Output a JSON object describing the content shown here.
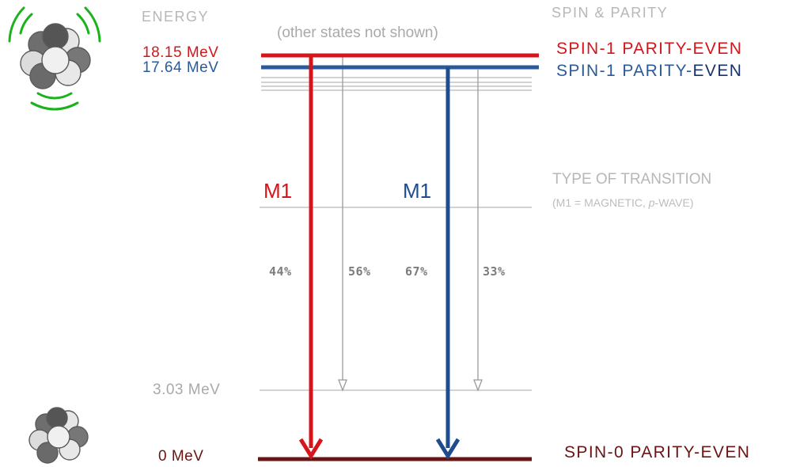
{
  "headers": {
    "energy": "ENERGY",
    "spin_parity": "SPIN & PARITY",
    "note": "(other states not shown)"
  },
  "levels": [
    {
      "energy": "18.15 MeV",
      "color": "#d5151a",
      "spin": "SPIN-1",
      "parity_prefix": "PARITY-",
      "parity_suffix": "EVEN",
      "parity_suffix_color": "#d5151a"
    },
    {
      "energy": "17.64 MeV",
      "color": "#2a5a9a",
      "spin": "SPIN-1",
      "parity_prefix": "PARITY-",
      "parity_suffix": "EVEN",
      "parity_suffix_color": "#17336d"
    },
    {
      "energy": "3.03 MeV",
      "color": "#a9a9a9"
    },
    {
      "energy": "0 MeV",
      "color": "#6b1414",
      "spin": "SPIN-0",
      "parity_prefix": "PARITY-",
      "parity_suffix": "EVEN",
      "parity_suffix_color": "#6b1414"
    }
  ],
  "transitions": [
    {
      "label": "M1",
      "color": "#d5151a"
    },
    {
      "label": "M1",
      "color": "#1d4d8f"
    }
  ],
  "branching": [
    "44%",
    "56%",
    "67%",
    "33%"
  ],
  "legend": {
    "title": "TYPE OF TRANSITION",
    "subtitle_prefix": "(M1 = MAGNETIC, ",
    "subtitle_italic": "p",
    "subtitle_suffix": "-WAVE)"
  },
  "icons": {
    "excited_nucleus": "excited-nucleus-icon",
    "ground_nucleus": "ground-nucleus-icon"
  },
  "colors": {
    "glow": "#1bb21b",
    "faint_line": "#bdbdbd"
  }
}
